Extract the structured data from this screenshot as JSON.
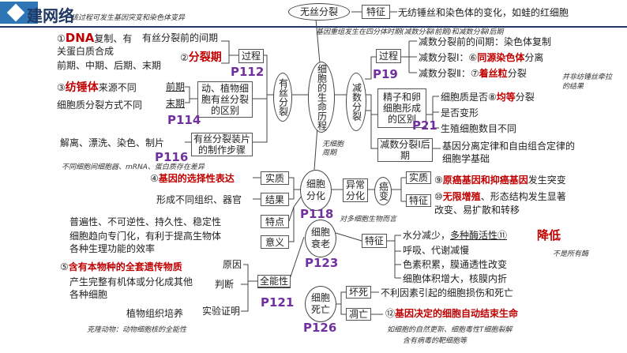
{
  "header": {
    "title": "建网络",
    "bar_color": "#1f3864",
    "accent": "#2e75b6"
  },
  "center": {
    "label": "细胞的生命历程"
  },
  "nodes": {
    "wusi": "无丝分裂",
    "tezheng1": "特征",
    "wusi_desc": "无纺锤丝和染色体的变化，如蛙的红细胞",
    "hw_wusi": "该过程可发生基因突变和染色体变异",
    "hw_jianshu": "基因重组发生在四分体时期(减数分裂Ⅰ前期)和减数分裂Ⅰ后期",
    "youxi": "有丝分裂",
    "guocheng1": "过程",
    "guocheng2": "过程",
    "jianshu": "减数分裂",
    "js_item1": "减数分裂前的间期：染色体复制",
    "js_item2_pre": "减数分裂Ⅰ：⑥",
    "js_item2_ans": "同源染色体",
    "js_item2_post": "分离",
    "js_item3_pre": "减数分裂Ⅱ：⑦",
    "js_item3_ans": "着丝粒",
    "js_item3_post": "分裂",
    "hw_js3": "并非纺锤丝牵拉的结果",
    "jingzi_box": "精子和卵细胞形成的区别",
    "jz_item1_pre": "细胞质是否⑧",
    "jz_item1_ans": "均等",
    "jz_item1_post": "分裂",
    "jz_item2": "是否变形",
    "jz_item3": "生殖细胞数目不同",
    "js_vs_box": "减数分裂Ⅰ后期",
    "js_vs_desc1": "基因分离定律和自由组合定律的",
    "js_vs_desc2": "细胞学基础",
    "dna_ans": "DNA",
    "dna_pre": "①",
    "dna_post": "复制、有",
    "dna_line2": "关蛋白质合成",
    "dna_mid": "有丝分裂前的间期",
    "qizhong": "前期、中期、后期、末期",
    "fl_pre": "②",
    "fl_ans": "分裂期",
    "fc_pre": "③",
    "fc_ans": "纺锤体",
    "fc_post": "来源不同",
    "fc_line2": "细胞质分裂方式不同",
    "qianqi": "前期",
    "moqi": "末期",
    "dongzhi_box": "动、植物细胞有丝分裂的区别",
    "zhipian": "解离、漂洗、染色、制片",
    "zhuangpian_box": "有丝分裂装片的制作步骤",
    "hw_zhipian": "不同细胞间细胞器、mRNA、蛋白质存在差异",
    "wu_ans": "基因的选择性表达",
    "wu_pre": "④",
    "shizhi": "实质",
    "jieguo": "结果",
    "xingcheng": "形成不同组织、器官",
    "fenhua": "细胞分化",
    "yichang": "异常分化",
    "aibian": "癌变",
    "ai_shizhi": "实质",
    "ai_tezheng": "特征",
    "ai1_pre": "⑨",
    "ai1_ans": "原癌基因和抑癌基因",
    "ai1_post": "发生突变",
    "ai2_pre": "⑩",
    "ai2_ans": "无限增殖",
    "ai2_post": "、形态结构发生显著",
    "ai2_line2": "改变、易扩散和转移",
    "hw_ai": "对多细胞生物而言",
    "tedian": "特点",
    "tedian_desc": "普遍性、不可逆性、持久性、稳定性",
    "yiyi": "意义",
    "yiyi_desc1": "细胞趋向专门化，有利于提高生物体",
    "yiyi_desc2": "各种生理功能的效率",
    "shuailao": "细胞衰老",
    "sl_tezheng": "特征",
    "sl1_pre": "水分减少，",
    "sl1_mid": "多种酶活性⑪",
    "sl1_ans": "降低",
    "hw_sl": "不是所有酶",
    "sl2": "呼吸、代谢减慢",
    "sl3": "色素积累，膜通透性改变",
    "sl4": "细胞体积增大，核膜内折",
    "quanneng": "全能性",
    "yuanyin": "原因",
    "panduan": "判断",
    "shiyan": "实验证明",
    "wq_pre": "⑤",
    "wq_ans": "含有本物种的全套遗传物质",
    "cs_desc1": "产生完整有机体或分化成其他",
    "cs_desc2": "各种细胞",
    "zhiwu": "植物组织培养",
    "hw_kelong": "克隆动物：动物细胞核的全能性",
    "siwang": "细胞死亡",
    "huaisi": "坏死",
    "diaowang": "凋亡",
    "hs_desc": "不利因素引起的细胞损伤和死亡",
    "dw_pre": "⑫",
    "dw_ans": "基因决定的细胞自动结束生命",
    "hw_dw1": "如细胞的自然更新、细胞毒性T细胞裂解",
    "hw_dw2": "含有病毒的靶细胞等",
    "hw_wu": "无细胞周期"
  },
  "refs": {
    "p112": "P112",
    "p114": "P114",
    "p116": "P116",
    "p118": "P118",
    "p119": "P19",
    "p121": "P121",
    "p123": "P123",
    "p126": "P126",
    "p21": "P21"
  }
}
